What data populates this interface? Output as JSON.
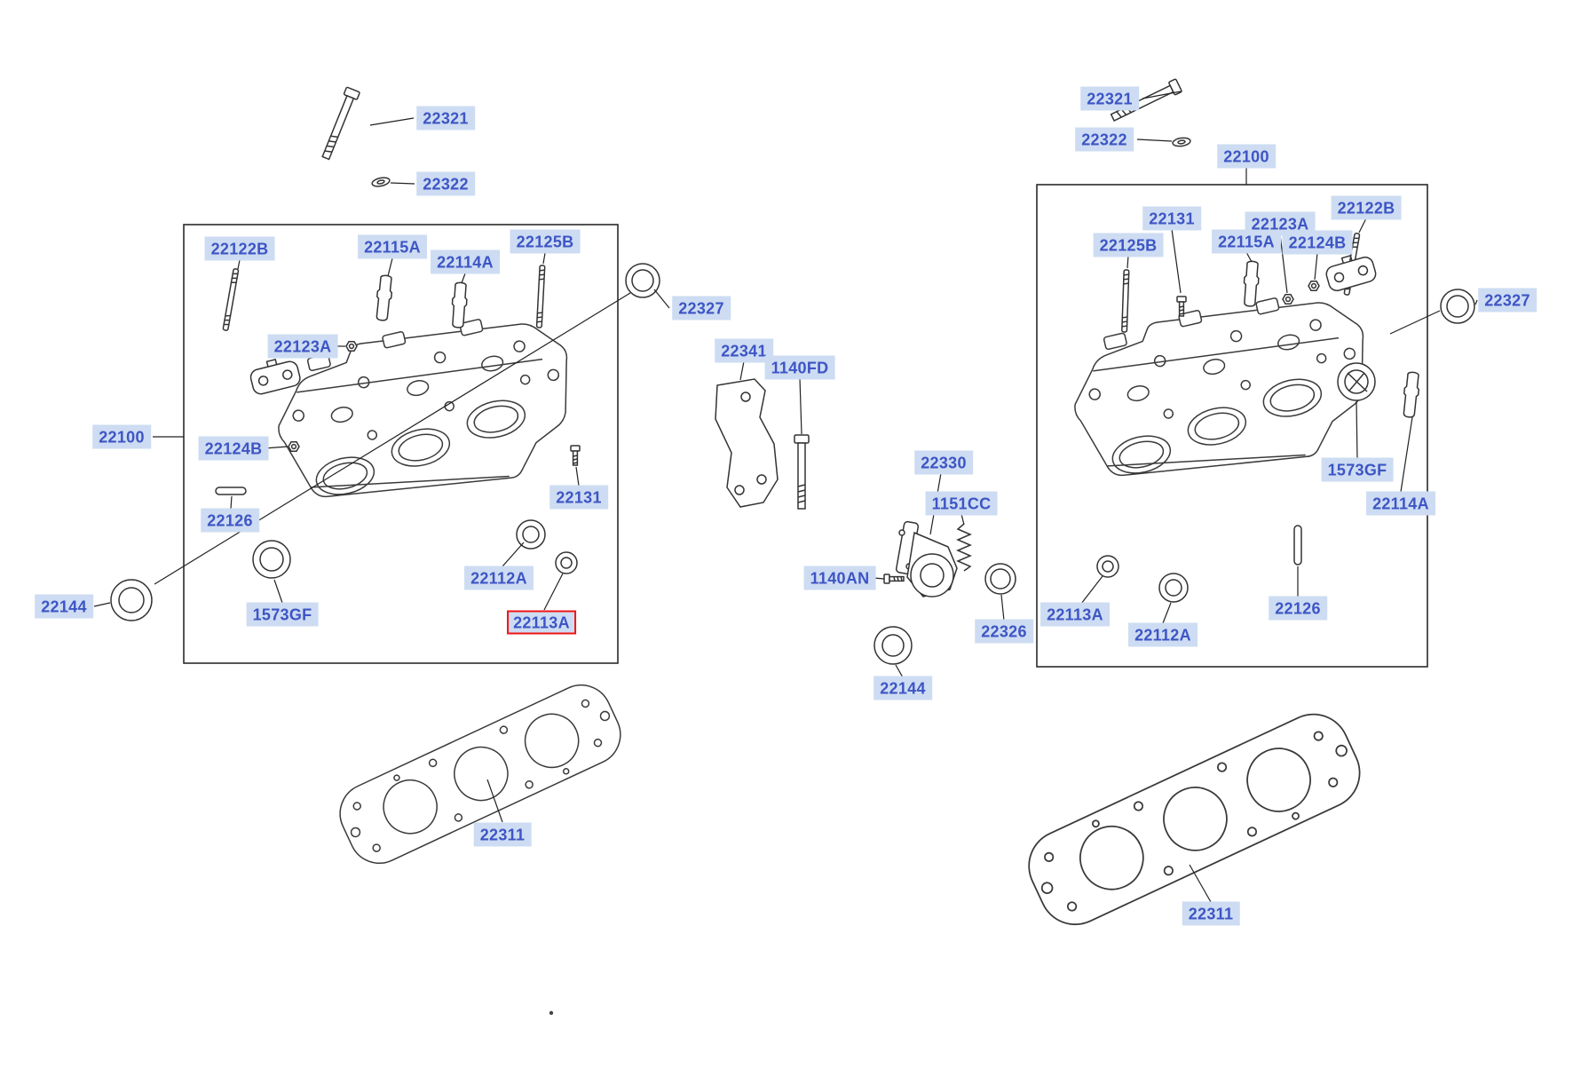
{
  "figure": {
    "type": "exploded-parts-diagram",
    "subject": "cylinder head",
    "label_bg_color": "#cddcf2",
    "label_text_color": "#3d55c5",
    "highlight_border_color": "#f01414",
    "line_color": "#333333"
  },
  "selection": {
    "highlighted_part": "22113A"
  },
  "left_diagram": {
    "labels": [
      {
        "text": "22321",
        "highlighted": false
      },
      {
        "text": "22322",
        "highlighted": false
      },
      {
        "text": "22122B",
        "highlighted": false
      },
      {
        "text": "22115A",
        "highlighted": false
      },
      {
        "text": "22114A",
        "highlighted": false
      },
      {
        "text": "22125B",
        "highlighted": false
      },
      {
        "text": "22327",
        "highlighted": false
      },
      {
        "text": "22123A",
        "highlighted": false
      },
      {
        "text": "22100",
        "highlighted": false
      },
      {
        "text": "22124B",
        "highlighted": false
      },
      {
        "text": "22126",
        "highlighted": false
      },
      {
        "text": "22131",
        "highlighted": false
      },
      {
        "text": "22112A",
        "highlighted": false
      },
      {
        "text": "1573GF",
        "highlighted": false
      },
      {
        "text": "22144",
        "highlighted": false
      },
      {
        "text": "22113A",
        "highlighted": true
      },
      {
        "text": "22311",
        "highlighted": false
      }
    ]
  },
  "center_assembly": {
    "labels": [
      {
        "text": "22341",
        "highlighted": false
      },
      {
        "text": "1140FD",
        "highlighted": false
      },
      {
        "text": "22330",
        "highlighted": false
      },
      {
        "text": "1151CC",
        "highlighted": false
      },
      {
        "text": "1140AN",
        "highlighted": false
      },
      {
        "text": "22326",
        "highlighted": false
      },
      {
        "text": "22144",
        "highlighted": false
      }
    ]
  },
  "right_diagram": {
    "labels": [
      {
        "text": "22321",
        "highlighted": false
      },
      {
        "text": "22322",
        "highlighted": false
      },
      {
        "text": "22100",
        "highlighted": false
      },
      {
        "text": "22131",
        "highlighted": false
      },
      {
        "text": "22123A",
        "highlighted": false
      },
      {
        "text": "22122B",
        "highlighted": false
      },
      {
        "text": "22125B",
        "highlighted": false
      },
      {
        "text": "22115A",
        "highlighted": false
      },
      {
        "text": "22124B",
        "highlighted": false
      },
      {
        "text": "22327",
        "highlighted": false
      },
      {
        "text": "1573GF",
        "highlighted": false
      },
      {
        "text": "22114A",
        "highlighted": false
      },
      {
        "text": "22126",
        "highlighted": false
      },
      {
        "text": "22112A",
        "highlighted": false
      },
      {
        "text": "22113A",
        "highlighted": false
      },
      {
        "text": "22311",
        "highlighted": false
      }
    ]
  }
}
